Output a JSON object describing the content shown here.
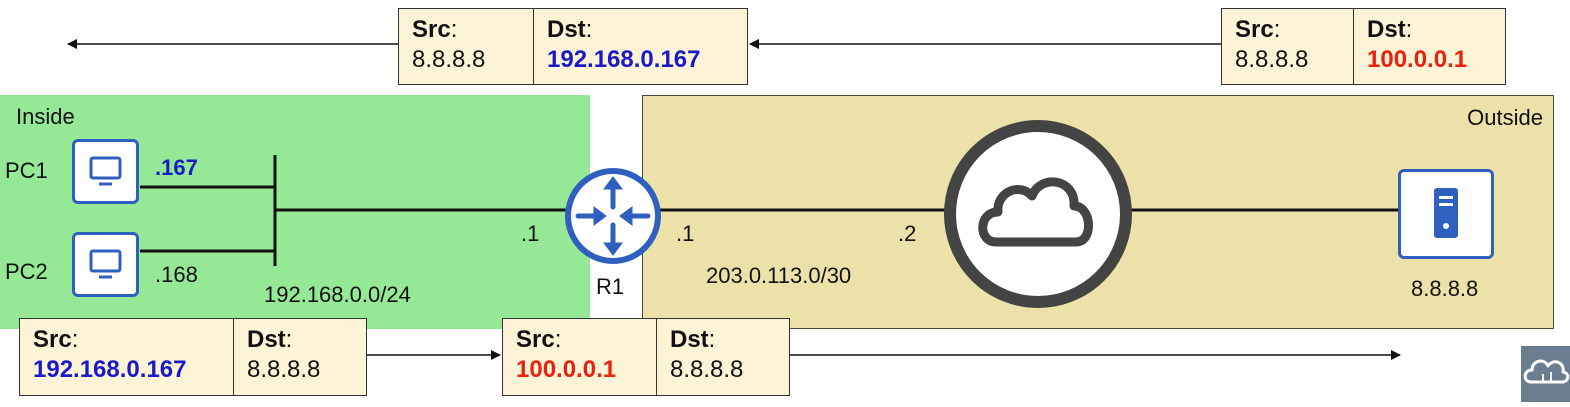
{
  "zones": {
    "inside": "Inside",
    "outside": "Outside"
  },
  "devices": {
    "pc1": {
      "name": "PC1",
      "ip": ".167"
    },
    "pc2": {
      "name": "PC2",
      "ip": ".168"
    },
    "router": {
      "name": "R1",
      "inside_ip": ".1",
      "outside_ip": ".1"
    },
    "isp": {
      "ip": ".2"
    },
    "server": {
      "ip": "8.8.8.8"
    }
  },
  "networks": {
    "lan": "192.168.0.0/24",
    "wan": "203.0.113.0/30"
  },
  "packets": {
    "top_left": {
      "src_label": "Src",
      "src": "8.8.8.8",
      "dst_label": "Dst",
      "dst": "192.168.0.167"
    },
    "top_right": {
      "src_label": "Src",
      "src": "8.8.8.8",
      "dst_label": "Dst",
      "dst": "100.0.0.1"
    },
    "bottom_left": {
      "src_label": "Src",
      "src": "192.168.0.167",
      "dst_label": "Dst",
      "dst": "8.8.8.8"
    },
    "bottom_right": {
      "src_label": "Src",
      "src": "100.0.0.1",
      "dst_label": "Dst",
      "dst": "8.8.8.8"
    }
  },
  "colors": {
    "inside_zone": "#95e895",
    "outside_zone": "#ede1aa",
    "icon_blue": "#2f5fbf",
    "private_ip": "#1a1ac8",
    "public_ip": "#e8220e",
    "packet_fill": "#fdf3d6"
  },
  "icons": [
    "pc-icon",
    "router-icon",
    "cloud-icon",
    "server-icon",
    "brand-icon"
  ]
}
